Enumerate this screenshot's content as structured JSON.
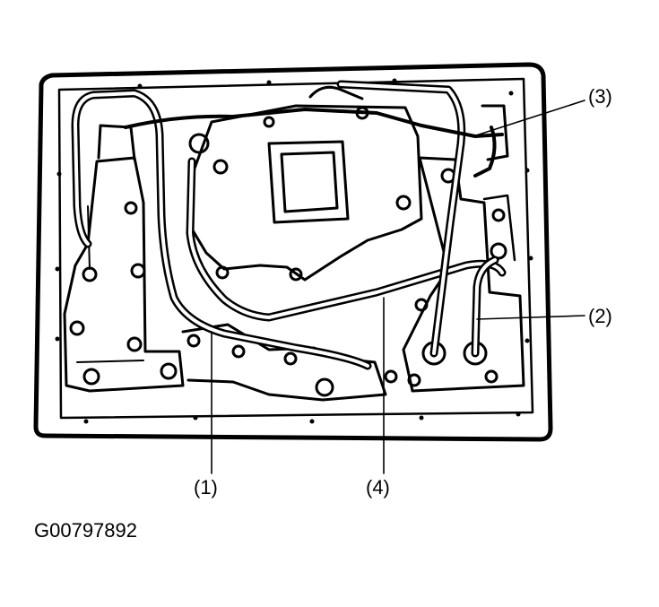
{
  "callouts": {
    "c1": "(1)",
    "c2": "(2)",
    "c3": "(3)",
    "c4": "(4)"
  },
  "figure_id": "G00797892",
  "colors": {
    "ink": "#000000",
    "paper": "#ffffff"
  }
}
